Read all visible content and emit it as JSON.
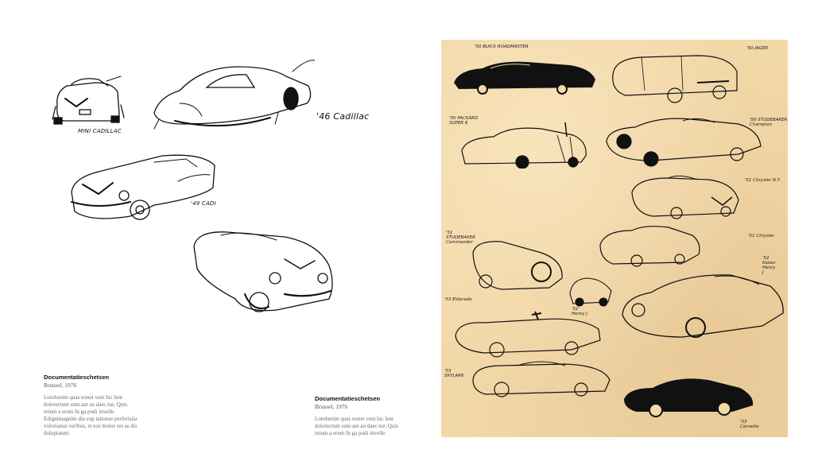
{
  "left_page": {
    "labels": {
      "mini_cadillac": "MINI CADILLAC",
      "cadillac_46": "'46 Cadillac",
      "cadi_49": "'49 CADI"
    },
    "caption": {
      "title": "Documentatieschetsen",
      "subtitle": "Brussel, 1976",
      "body": "Lorehenim quas nonet veni hic lent dolorectum sum aut au daec-tur. Quis reium a erum fu ga pudi invelle. Edignimagnim dia cup tationse perferisiia volorianus veribus, et eos molor res as dis doluptatem."
    }
  },
  "right_page": {
    "caption": {
      "title": "Documentatieschetsen",
      "subtitle": "Brussel, 1976",
      "body": "Lorehenim quas nonet veni hic lent dolorectum sum aut au daec-tur. Quis reium a erum fu ga pudi invelle."
    },
    "photo_labels": {
      "buick": "'50 BUICK ROADMASTER",
      "jagster": "'50 JAGER",
      "packard": "'50 PACKARD\nSUPER 8",
      "studebaker50": "'50 STUDEBAKER\nChampion",
      "chrysler51a": "'51 Chrysler N.Y.",
      "studebaker51": "'51\nSTUDEBAKER\nCommander",
      "chrysler51b": "'51 Chrysler",
      "kaiser": "'52\nKaiser\nHenry\nJ",
      "eldorado": "'53 Eldorado",
      "henry": "'52\nHenry J",
      "skylark": "'53\nSKYLARK",
      "corvette": "'53\nCorvette"
    }
  },
  "colors": {
    "paper": "#f3d8a8",
    "ink": "#111111",
    "caption_gray": "#6a6a6a"
  }
}
